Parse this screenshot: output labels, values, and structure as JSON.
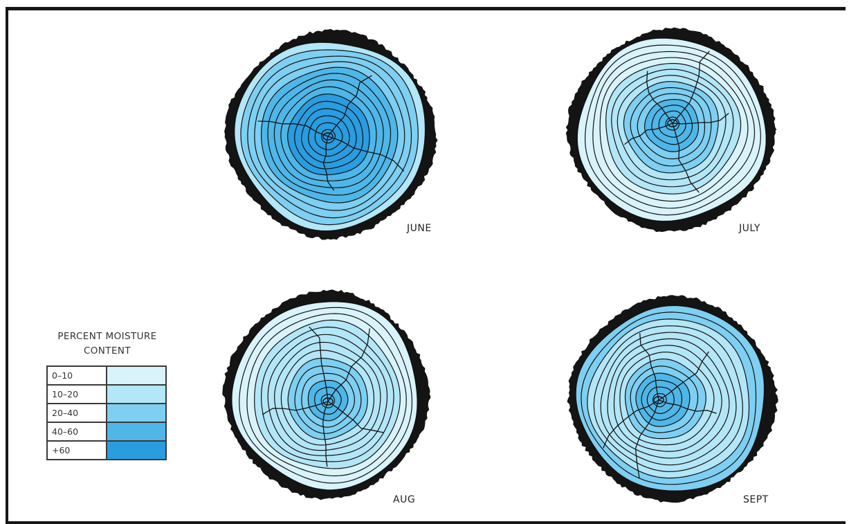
{
  "legend": {
    "title_line1": "PERCENT MOISTURE",
    "title_line2": "CONTENT",
    "items": [
      {
        "range": "0–10",
        "color": "#d9f3fb"
      },
      {
        "range": "10–20",
        "color": "#b3e6f7"
      },
      {
        "range": "20–40",
        "color": "#7ecff1"
      },
      {
        "range": "40–60",
        "color": "#4fb6e8"
      },
      {
        "range": "+60",
        "color": "#2a9ce0"
      }
    ]
  },
  "sections": [
    {
      "id": "june",
      "label": "JUNE",
      "band_levels": [
        1,
        2,
        2,
        2,
        3,
        3,
        3,
        3,
        4,
        4,
        4,
        4,
        4,
        4
      ]
    },
    {
      "id": "july",
      "label": "JULY",
      "band_levels": [
        0,
        0,
        0,
        0,
        1,
        1,
        1,
        2,
        2,
        2,
        3,
        3,
        3,
        3
      ]
    },
    {
      "id": "aug",
      "label": "AUG",
      "band_levels": [
        0,
        0,
        0,
        1,
        1,
        1,
        1,
        1,
        2,
        2,
        2,
        3,
        3,
        3
      ]
    },
    {
      "id": "sept",
      "label": "SEPT",
      "band_levels": [
        2,
        2,
        1,
        1,
        1,
        1,
        1,
        1,
        2,
        2,
        3,
        3,
        3,
        3
      ]
    }
  ]
}
